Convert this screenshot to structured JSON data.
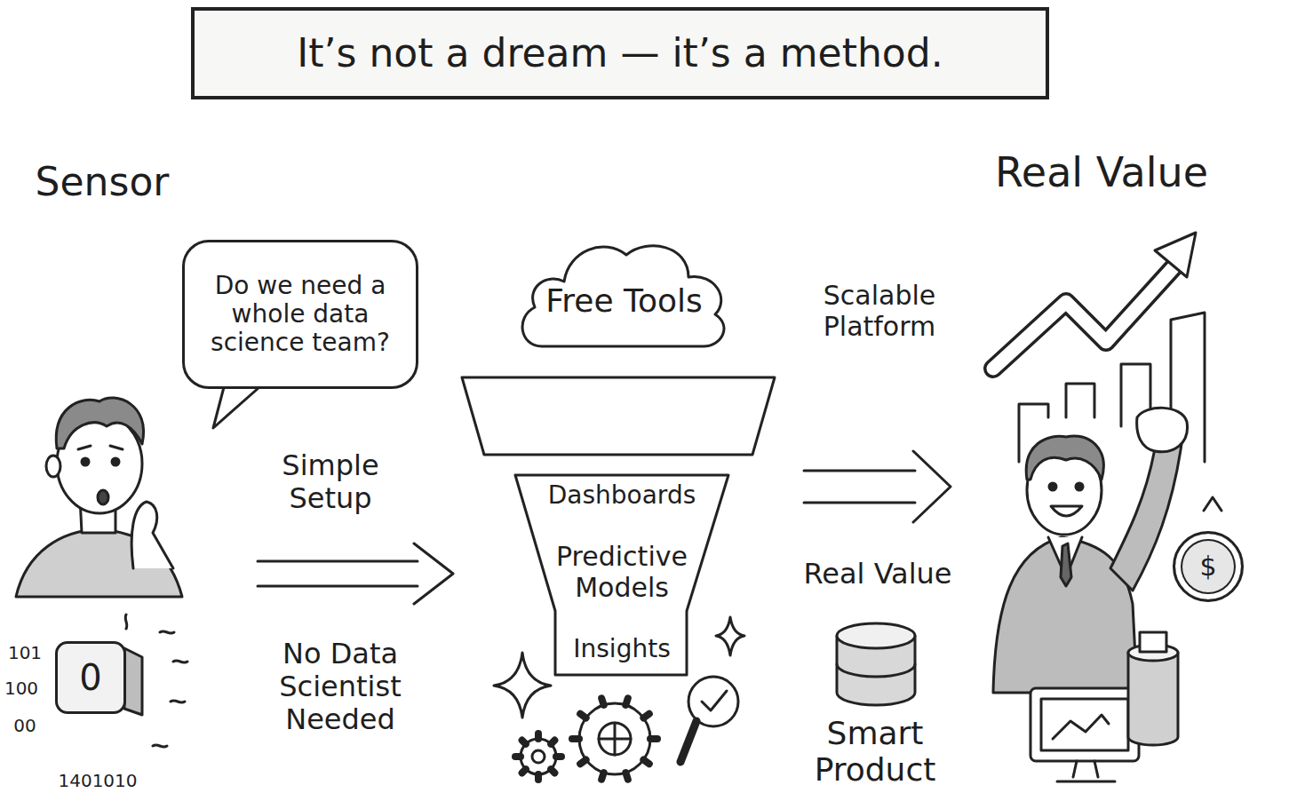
{
  "diagram": {
    "title": "It’s not a dream — it’s a method.",
    "nodes": [
      {
        "text": [
          "Do we need a whole data science team?"
        ]
      },
      {
        "text": [
          "Free Tools"
        ]
      },
      {
        "text": [
          "Dashboards",
          "Predictive Models",
          "Insights"
        ]
      },
      {
        "text": [
          "$"
        ]
      },
      {
        "text": [
          "0"
        ]
      }
    ],
    "labels": [
      "Sensor",
      "Real Value",
      "Simple Setup",
      "No Data Scientist Needed",
      "Scalable Platform",
      "Real Value",
      "Smart Product",
      "101",
      "100",
      "00",
      "1401010"
    ]
  }
}
